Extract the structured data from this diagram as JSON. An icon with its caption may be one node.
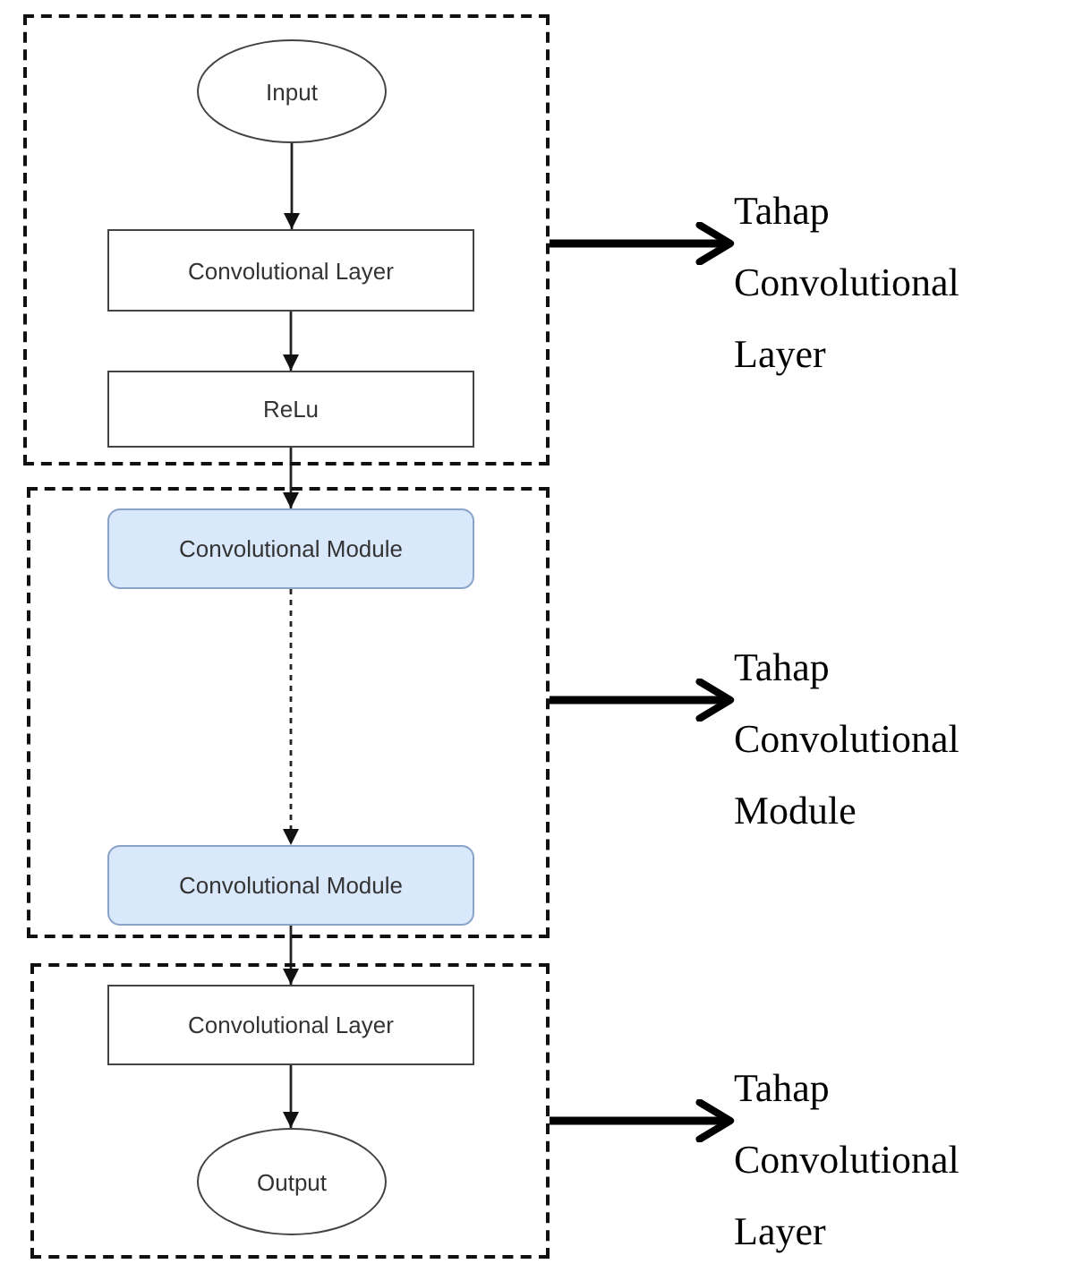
{
  "diagram": {
    "nodes": [
      {
        "text": [],
        "shape": "box"
      },
      {
        "text": [
          "Input"
        ],
        "in": 0
      },
      {
        "text": [
          "Convolutional Layer"
        ],
        "in": 0
      },
      {
        "text": [
          "ReLu"
        ],
        "in": 0
      },
      {
        "text": [],
        "shape": "box"
      },
      {
        "text": [
          "Convolutional Module"
        ],
        "in": 4
      },
      {
        "text": [
          "Convolutional Module"
        ],
        "in": 4
      },
      {
        "text": [],
        "shape": "box"
      },
      {
        "text": [
          "Convolutional Layer"
        ],
        "in": 7
      },
      {
        "text": [
          "Output"
        ],
        "in": 7
      },
      {
        "text": [
          "Tahap Convolutional Layer"
        ]
      },
      {
        "text": [
          "Tahap Convolutional Module"
        ]
      },
      {
        "text": [
          "Tahap Convolutional Layer"
        ]
      }
    ],
    "edges": [
      {
        "from": 1,
        "to": 2,
        "arrow": "to"
      },
      {
        "from": 2,
        "to": 3,
        "arrow": "to"
      },
      {
        "from": 3,
        "to": 5,
        "arrow": "to"
      },
      {
        "from": 5,
        "to": 6,
        "arrow": "to",
        "style": "dashed"
      },
      {
        "from": 6,
        "to": 8,
        "arrow": "to"
      },
      {
        "from": 8,
        "to": 9,
        "arrow": "to"
      },
      {
        "from": 0,
        "to": 10,
        "arrow": "to",
        "style": "thick"
      },
      {
        "from": 4,
        "to": 11,
        "arrow": "to",
        "style": "thick"
      },
      {
        "from": 7,
        "to": 12,
        "arrow": "to",
        "style": "thick"
      }
    ]
  }
}
